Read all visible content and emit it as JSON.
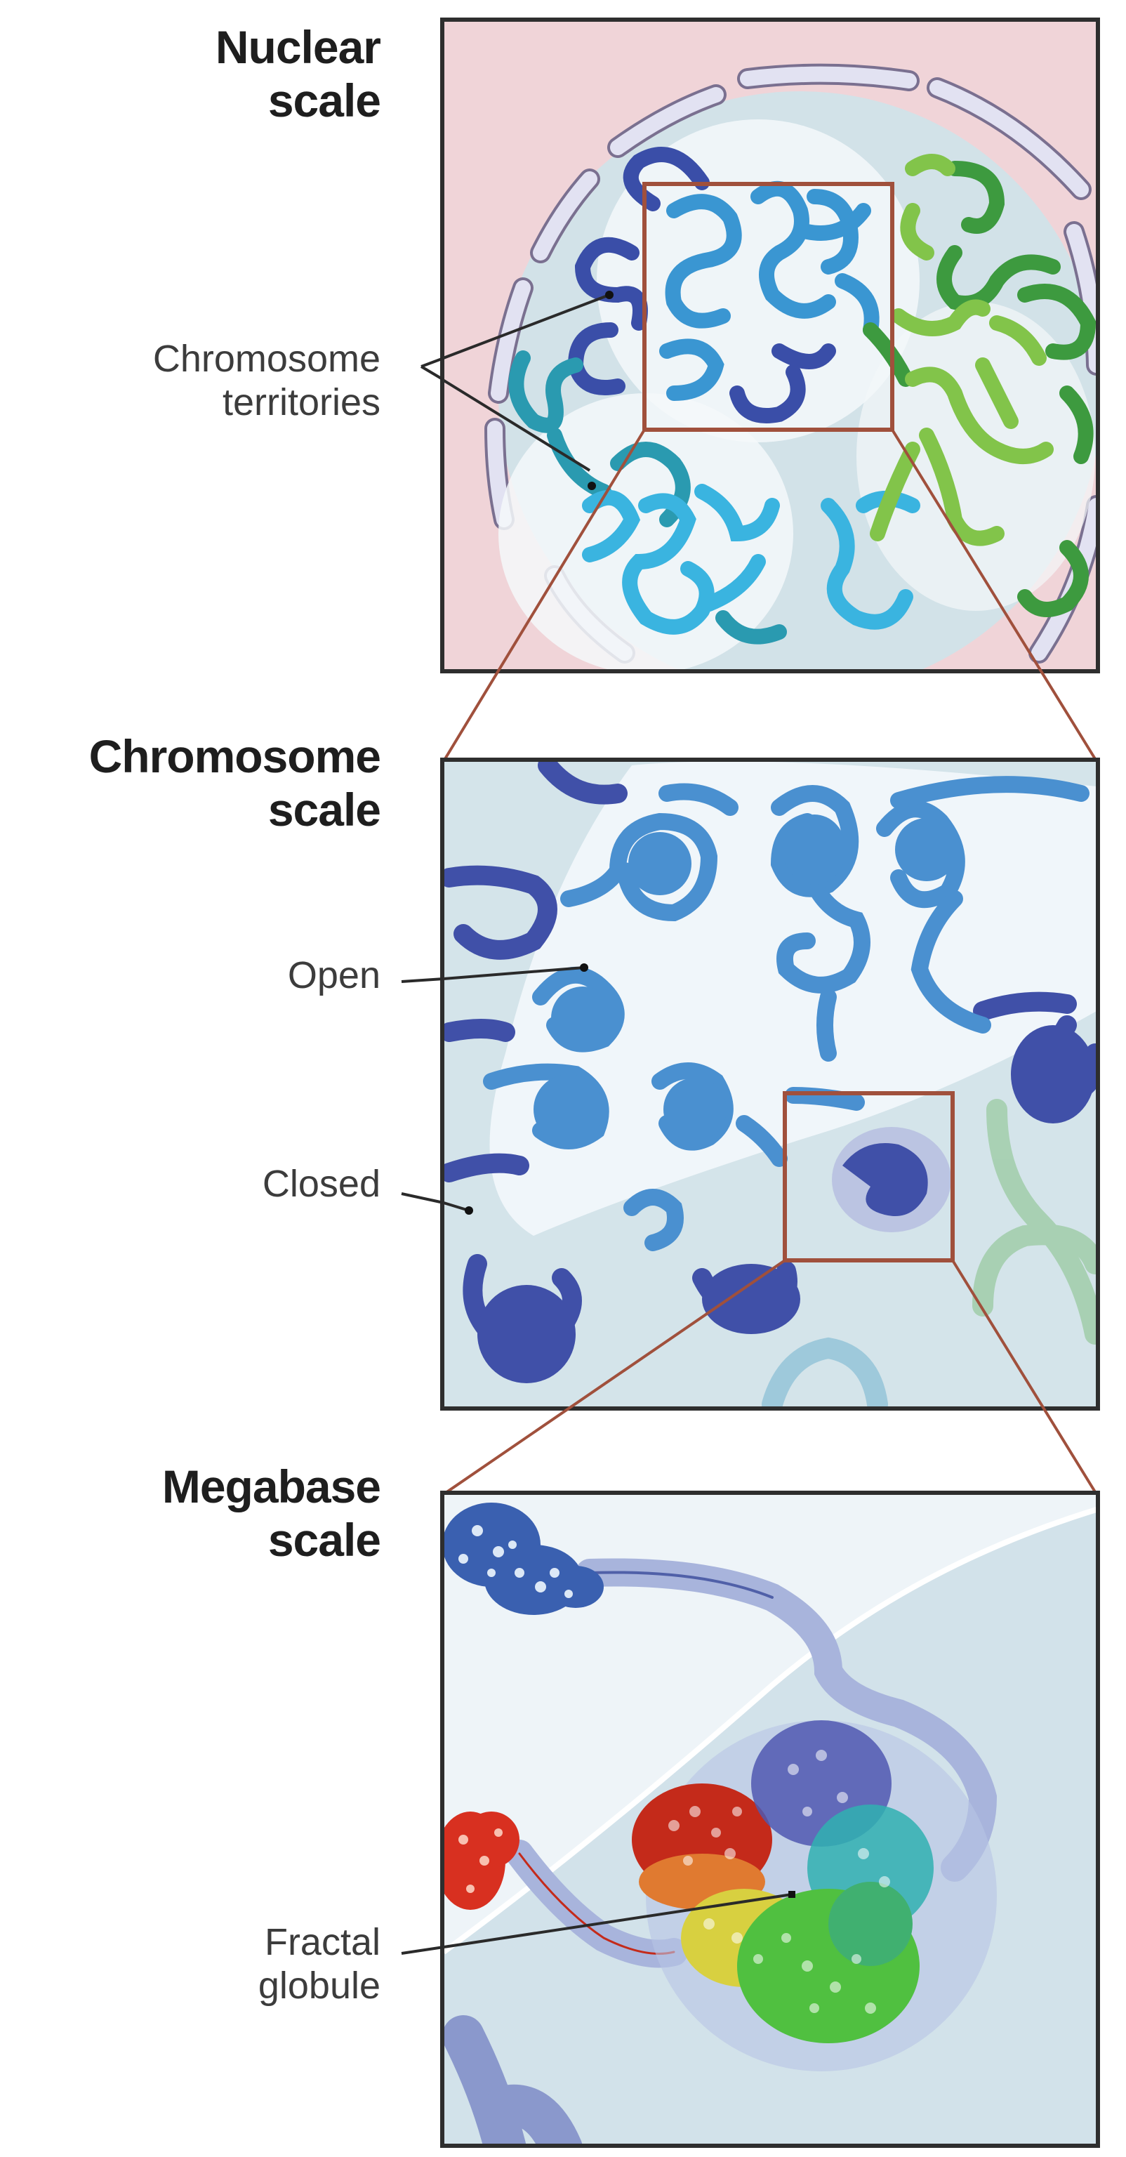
{
  "figure": {
    "panels": [
      {
        "id": "nuclear",
        "title_line1": "Nuclear",
        "title_line2": "scale",
        "callouts": [
          {
            "line1": "Chromosome",
            "line2": "territories"
          }
        ]
      },
      {
        "id": "chromosome",
        "title_line1": "Chromosome",
        "title_line2": "scale",
        "callouts": [
          {
            "line1": "Open"
          },
          {
            "line1": "Closed"
          }
        ]
      },
      {
        "id": "megabase",
        "title_line1": "Megabase",
        "title_line2": "scale",
        "callouts": [
          {
            "line1": "Fractal",
            "line2": "globule"
          }
        ]
      }
    ],
    "colors": {
      "panel_border": "#2e2e2e",
      "zoom_connector": "#a0503c",
      "cytoplasm": "#f0d4d8",
      "nucleoplasm": "#d2e2e8",
      "envelope_fill": "#e2e2f2",
      "envelope_stroke": "#7a7090",
      "chromatin_light_blue": "#3a96d2",
      "chromatin_dark_blue": "#3a4ea8",
      "chromatin_cyan": "#3ab4e0",
      "chromatin_teal": "#2a9ab0",
      "chromatin_dark_green": "#3d9a3f",
      "chromatin_light_green": "#82c44a",
      "globule_red": "#c42a1a",
      "globule_orange": "#e07a30",
      "globule_yellow": "#d8d040",
      "globule_green": "#50c040",
      "globule_teal": "#30b0b0",
      "globule_violet": "#5058b0"
    }
  }
}
